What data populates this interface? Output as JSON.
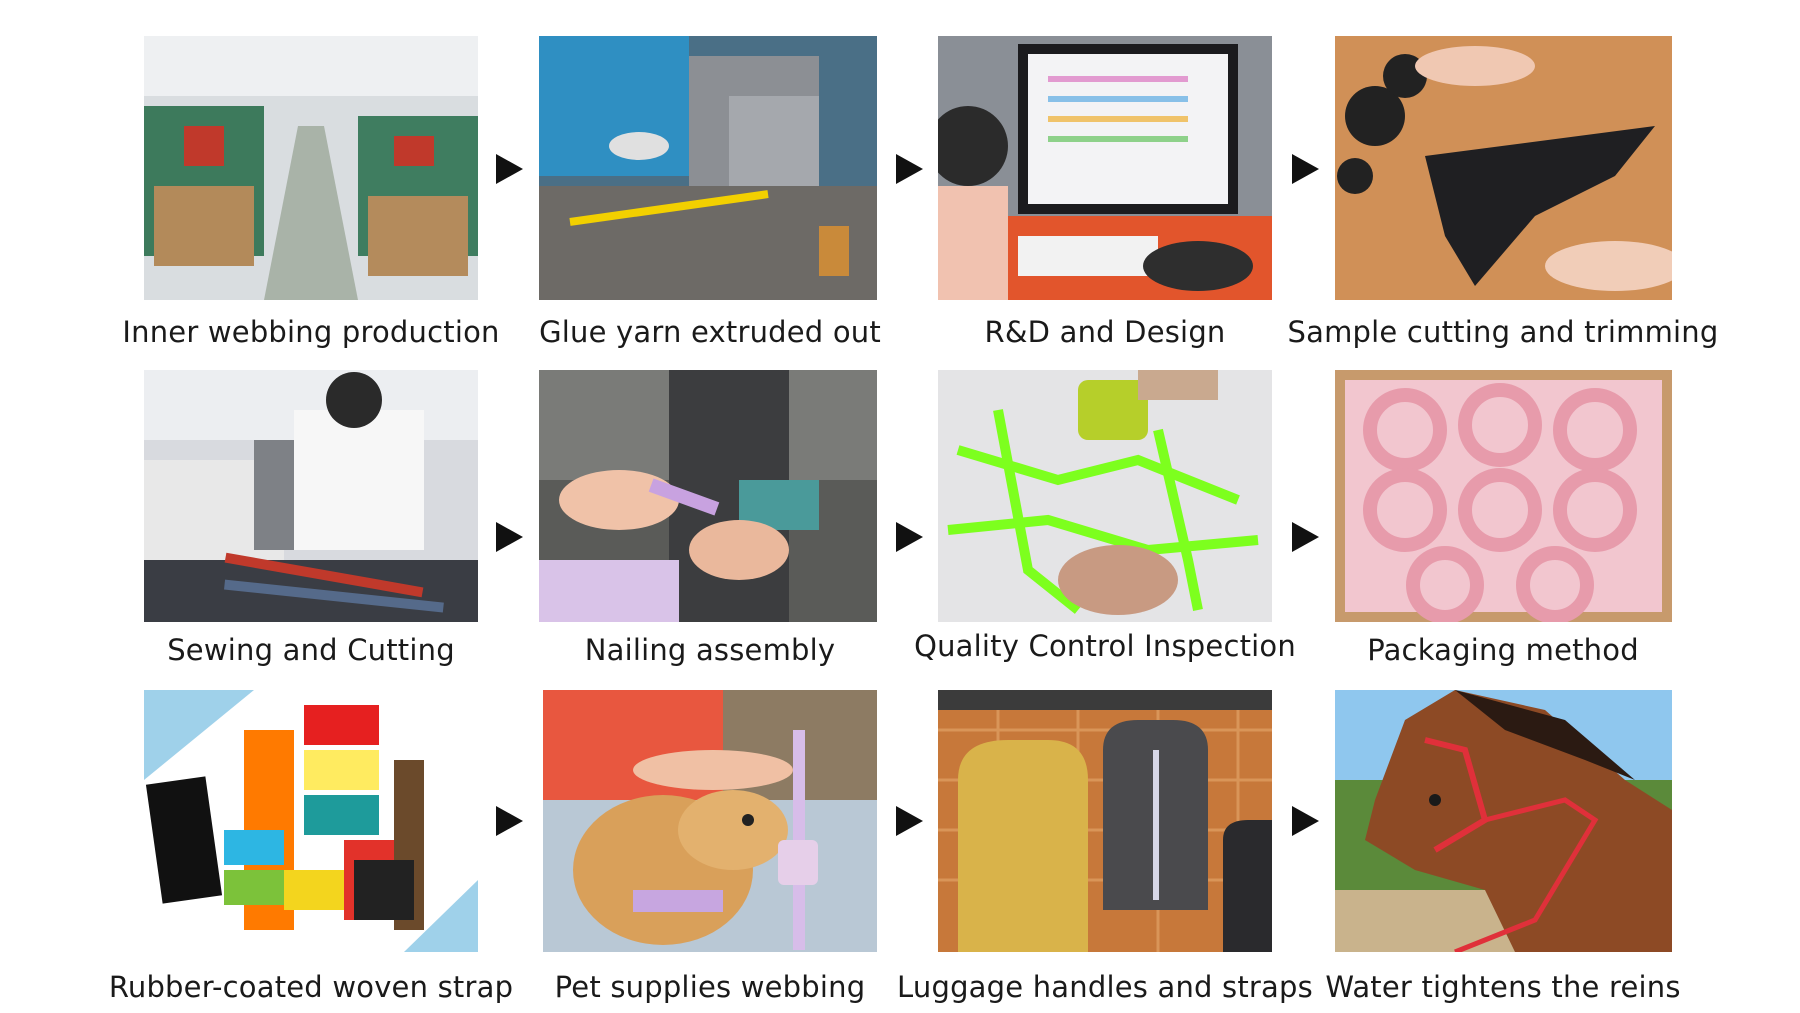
{
  "steps": [
    {
      "caption": "Inner webbing production",
      "photo": "factory-loom-floor"
    },
    {
      "caption": "Glue yarn extruded out",
      "photo": "extrusion-machine"
    },
    {
      "caption": "R&D and Design",
      "photo": "designer-at-monitor"
    },
    {
      "caption": "Sample cutting and trimming",
      "photo": "leather-sample-cutting"
    },
    {
      "caption": "Sewing and Cutting",
      "photo": "sewing-workshop"
    },
    {
      "caption": "Nailing assembly",
      "photo": "rivet-press-machine"
    },
    {
      "caption": "Quality Control Inspection",
      "photo": "heat-gun-inspecting-harness"
    },
    {
      "caption": "Packaging method",
      "photo": "boxed-pink-straps"
    },
    {
      "caption": "Rubber-coated woven strap",
      "photo": "colorful-strap-rolls"
    },
    {
      "caption": "Pet supplies webbing",
      "photo": "dog-with-leash"
    },
    {
      "caption": "Luggage handles and straps",
      "photo": "backpacks-on-rack"
    },
    {
      "caption": "Water tightens the reins",
      "photo": "horse-with-red-bridle"
    }
  ],
  "arrow_icon": "right-triangle-arrow",
  "colors": {
    "background": "#ffffff",
    "caption_text": "#1a1a1a",
    "arrow": "#111111"
  }
}
